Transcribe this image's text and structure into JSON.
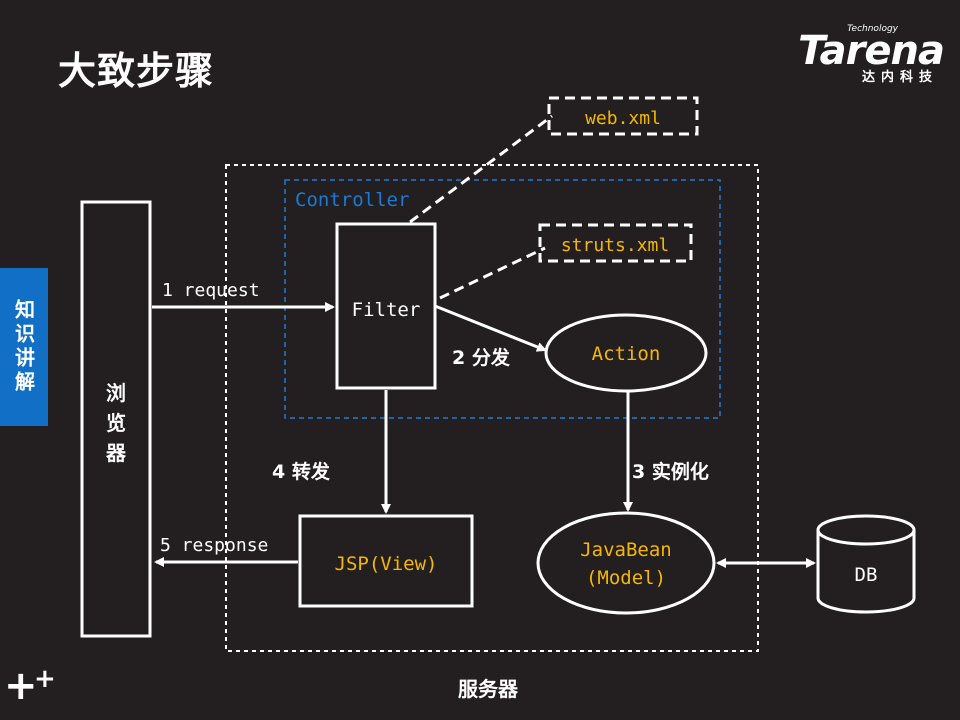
{
  "title": "大致步骤",
  "logo": {
    "tech": "Technology",
    "name": "Tarena",
    "sub": "达内科技"
  },
  "side_tab": "知识讲解",
  "diagram": {
    "browser_label": "浏览器",
    "server_label": "服务器",
    "controller_label": "Controller",
    "filter_label": "Filter",
    "action_label": "Action",
    "web_xml_label": "web.xml",
    "struts_xml_label": "struts.xml",
    "jsp_label": "JSP(View)",
    "javabean_line1": "JavaBean",
    "javabean_line2": "(Model)",
    "db_label": "DB",
    "step1": "1 request",
    "step2": "2 分发",
    "step3": "3 实例化",
    "step4": "4 转发",
    "step5": "5 response"
  },
  "colors": {
    "background": "#231f20",
    "accent_yellow": "#f5b800",
    "controller_blue": "#1a7ad6",
    "side_tab": "#1170c6"
  }
}
